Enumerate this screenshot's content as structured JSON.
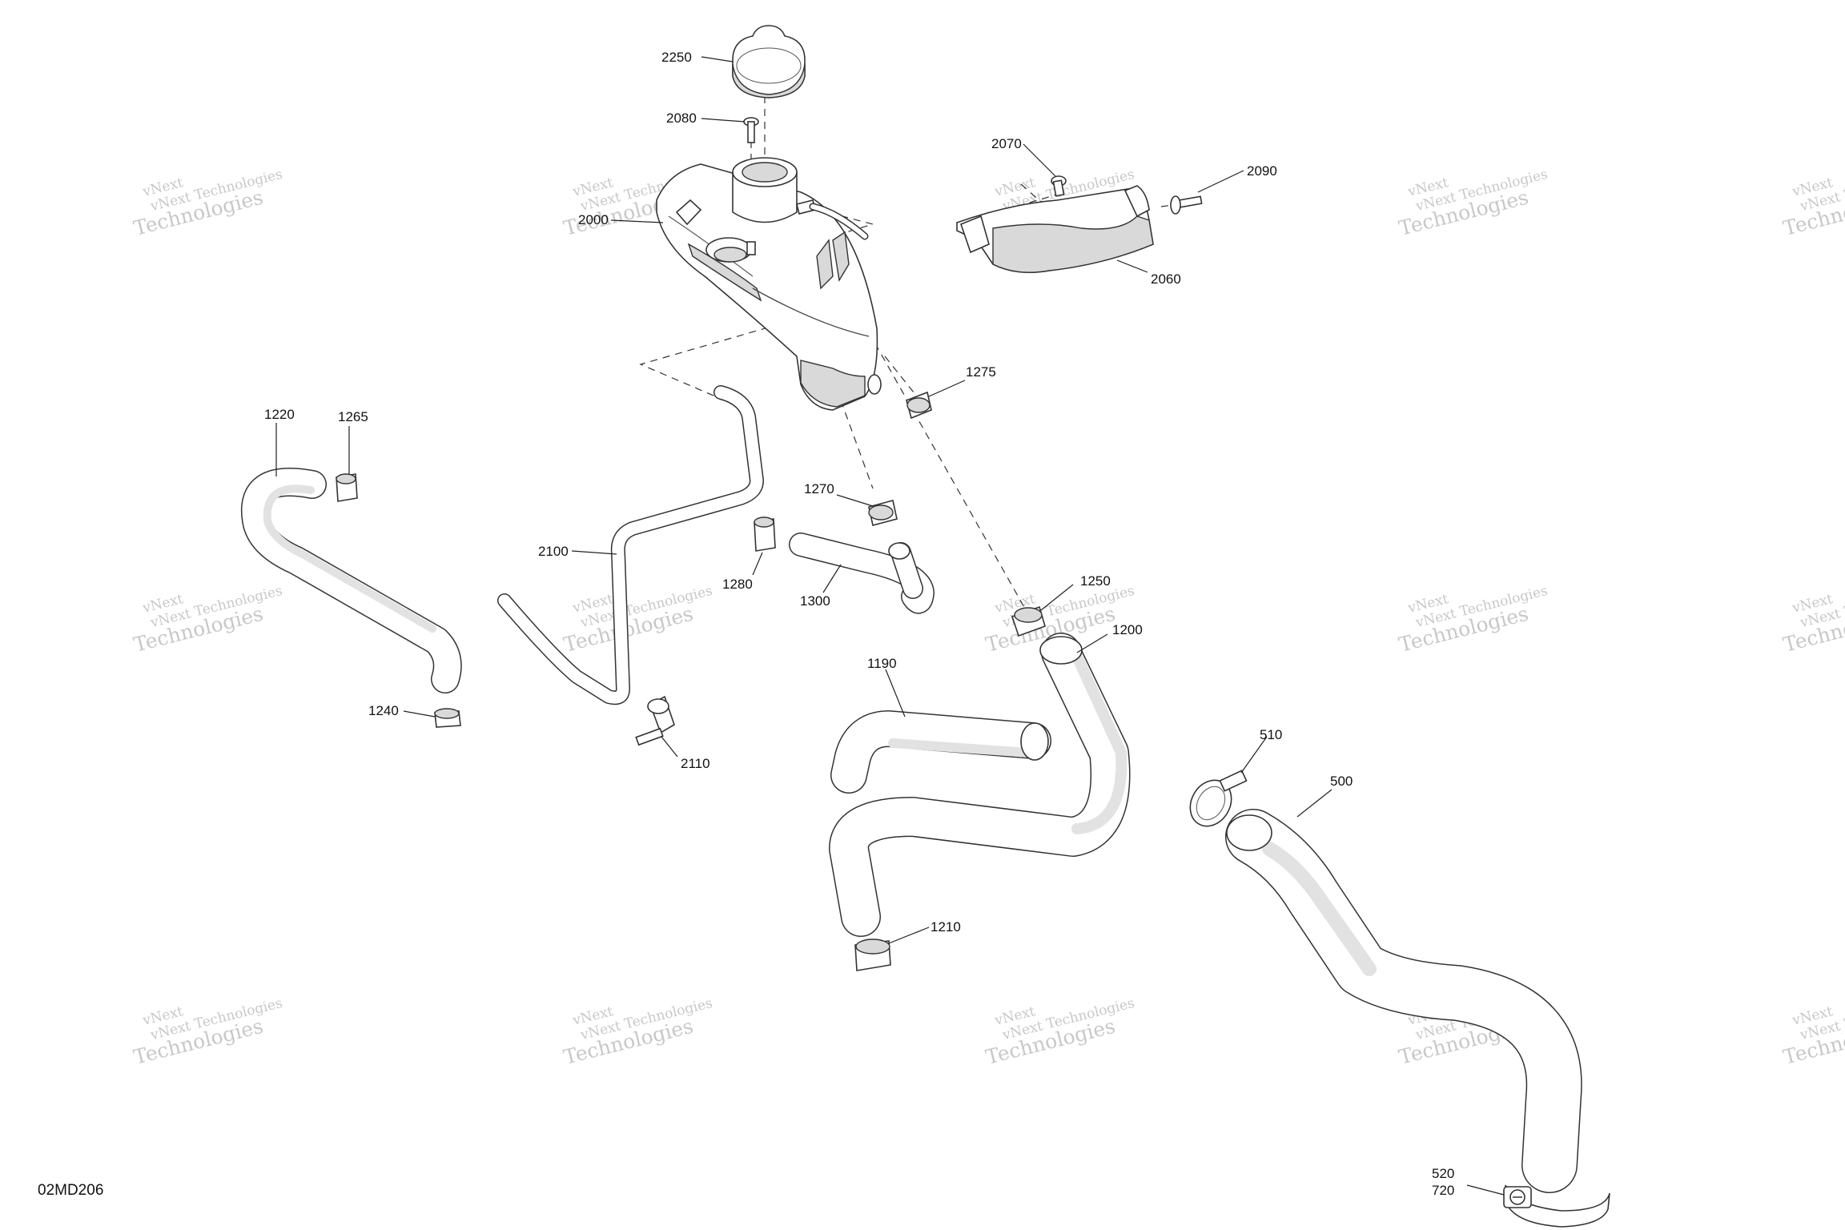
{
  "diagram_code": "02MD206",
  "watermark": {
    "line1": "vNext Technologies",
    "line2": "Technologies",
    "line3": "vNext",
    "color": "#c8c8c8"
  },
  "callouts": {
    "c2250": "2250",
    "c2080": "2080",
    "c2070": "2070",
    "c2090": "2090",
    "c2000": "2000",
    "c2060": "2060",
    "c1275": "1275",
    "c1220": "1220",
    "c1265": "1265",
    "c1270": "1270",
    "c2100": "2100",
    "c1280": "1280",
    "c1300": "1300",
    "c1250": "1250",
    "c1200": "1200",
    "c1190": "1190",
    "c1240": "1240",
    "c2110": "2110",
    "c510": "510",
    "c500": "500",
    "c1210": "1210",
    "c520": "520",
    "c720": "720"
  }
}
